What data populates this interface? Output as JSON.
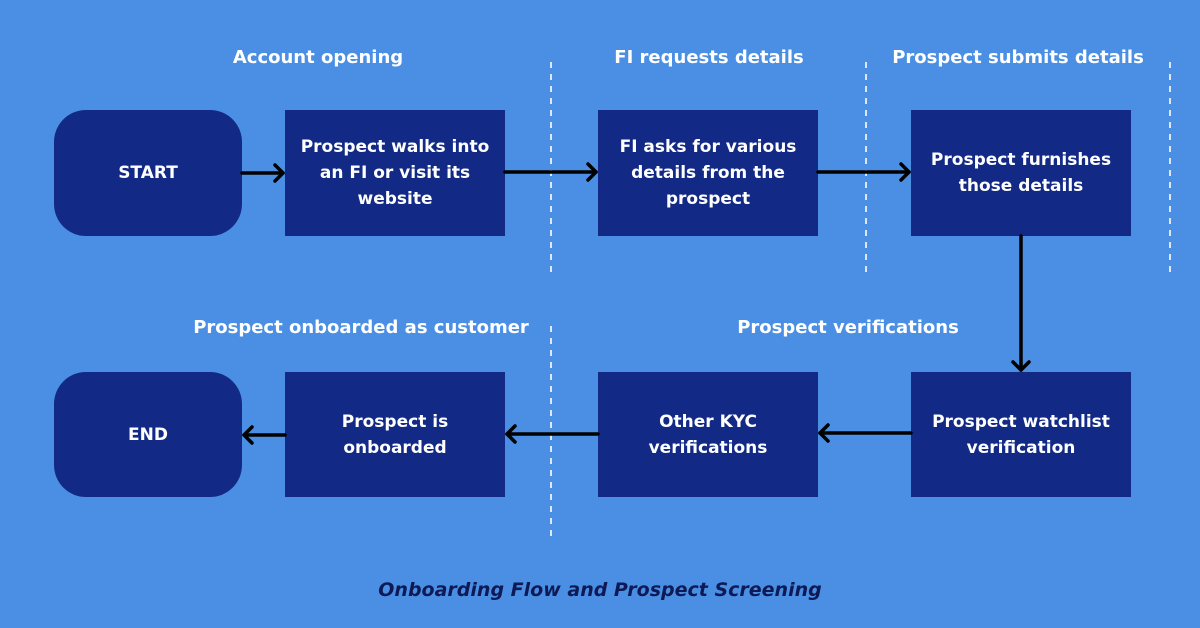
{
  "phases": {
    "account_opening": "Account opening",
    "fi_requests": "FI requests details",
    "prospect_submits": "Prospect submits details",
    "onboarded_as_customer": "Prospect onboarded as customer",
    "verifications": "Prospect verifications"
  },
  "nodes": {
    "start": "START",
    "walks_in": "Prospect walks into an FI or visit its website",
    "fi_asks": "FI asks for various details from the prospect",
    "furnishes": "Prospect furnishes those details",
    "watchlist": "Prospect watchlist verification",
    "other_kyc": "Other KYC verifications",
    "onboarded": "Prospect is onboarded",
    "end": "END"
  },
  "caption": "Onboarding Flow and Prospect Screening",
  "colors": {
    "background": "#4a8fe4",
    "box": "#122a85",
    "arrow": "#000000",
    "divider": "#ffffff",
    "caption": "#0d1a55"
  }
}
